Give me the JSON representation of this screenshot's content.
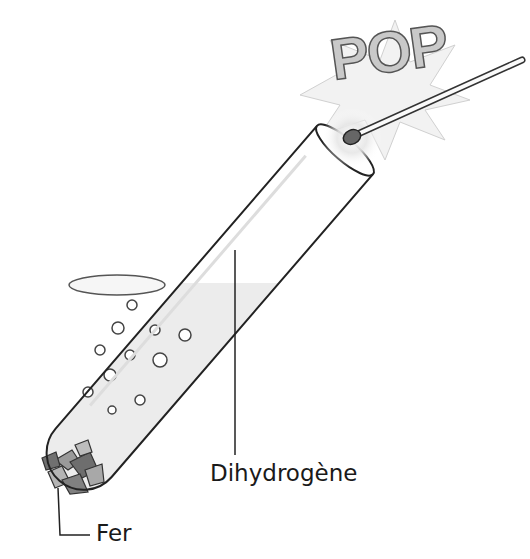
{
  "diagram": {
    "labels": [
      "POP",
      "Dihydrogène",
      "Fer"
    ]
  }
}
